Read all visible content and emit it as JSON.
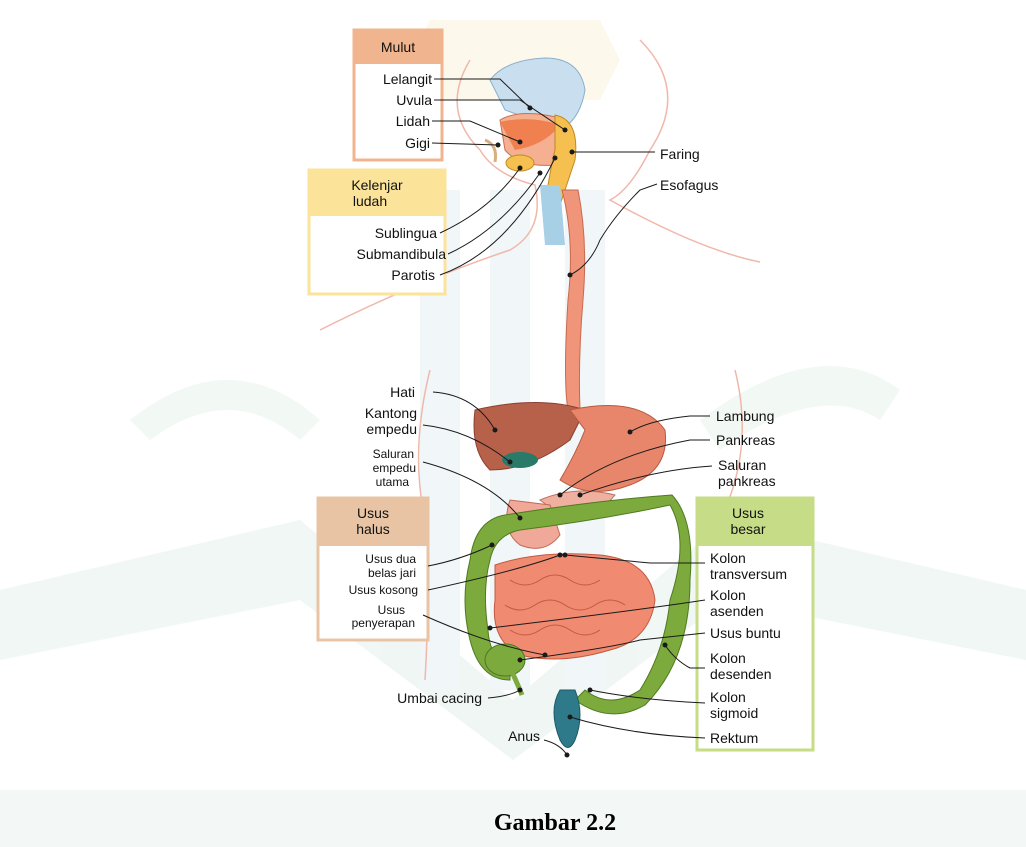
{
  "groups": {
    "mulut": "Mulut",
    "kelenjar_ludah": [
      "Kelenjar",
      "ludah"
    ],
    "usus_halus": [
      "Usus",
      "halus"
    ],
    "usus_besar": [
      "Usus",
      "besar"
    ]
  },
  "labels": {
    "lelangit": "Lelangit",
    "uvula": "Uvula",
    "lidah": "Lidah",
    "gigi": "Gigi",
    "faring": "Faring",
    "esofagus": "Esofagus",
    "sublingua": "Sublingua",
    "submandibula": "Submandibula",
    "parotis": "Parotis",
    "hati": "Hati",
    "kantong_empedu": [
      "Kantong",
      "empedu"
    ],
    "saluran_empedu_utama": [
      "Saluran",
      "empedu",
      "utama"
    ],
    "lambung": "Lambung",
    "pankreas": "Pankreas",
    "saluran_pankreas": [
      "Saluran",
      "pankreas"
    ],
    "usus_dua_belas_jari": [
      "Usus dua",
      "belas jari"
    ],
    "usus_kosong": "Usus kosong",
    "usus_penyerapan": [
      "Usus",
      "penyerapan"
    ],
    "kolon_transversum": [
      "Kolon",
      "transversum"
    ],
    "kolon_asenden": [
      "Kolon",
      "asenden"
    ],
    "usus_buntu": "Usus buntu",
    "kolon_desenden": [
      "Kolon",
      "desenden"
    ],
    "kolon_sigmoid": [
      "Kolon",
      "sigmoid"
    ],
    "rektum": "Rektum",
    "umbai_cacing": "Umbai cacing",
    "anus": "Anus"
  },
  "caption": "Gambar 2.2",
  "colors": {
    "mouth_box": "#f0b48e",
    "gland_box": "#fbe39a",
    "small_intestine_box": "#e8c4a4",
    "large_intestine_box": "#c6dc86",
    "esophagus": "#f0957a",
    "liver": "#b8614a",
    "stomach": "#e8866c",
    "small_intestine": "#f08a70",
    "large_intestine": "#7caa3c",
    "rectum": "#2f7a8a",
    "watermark": "#e4f0ec"
  }
}
